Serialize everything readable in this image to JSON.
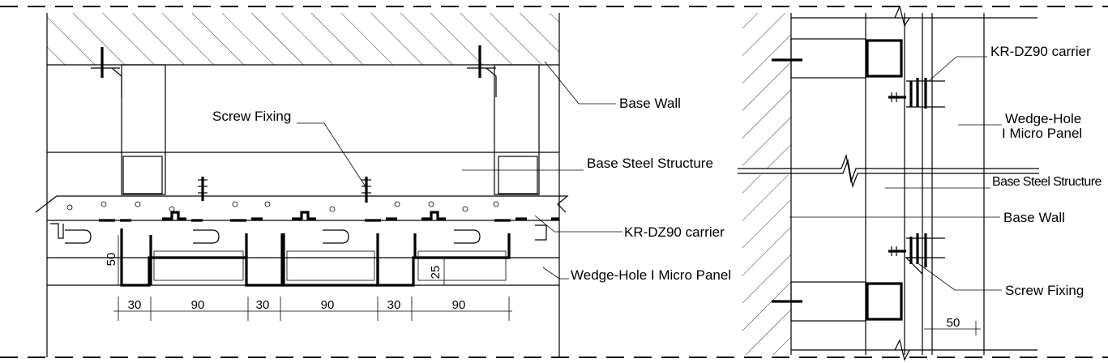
{
  "left_detail": {
    "labels": {
      "base_wall": "Base Wall",
      "screw_fixing": "Screw Fixing",
      "base_steel_structure": "Base Steel Structure",
      "carrier": "KR-DZ90 carrier",
      "panel": "Wedge-Hole I Micro Panel"
    },
    "dimensions": {
      "widths": [
        "30",
        "90",
        "30",
        "90",
        "30",
        "90"
      ],
      "height_50": "50",
      "depth_25": "25"
    }
  },
  "right_detail": {
    "labels": {
      "carrier": "KR-DZ90 carrier",
      "panel_line1": "Wedge-Hole",
      "panel_line2": "I Micro Panel",
      "base_steel_structure": "Base Steel Structure",
      "base_wall": "Base Wall",
      "screw_fixing": "Screw Fixing"
    },
    "dimensions": {
      "width_50": "50"
    }
  }
}
